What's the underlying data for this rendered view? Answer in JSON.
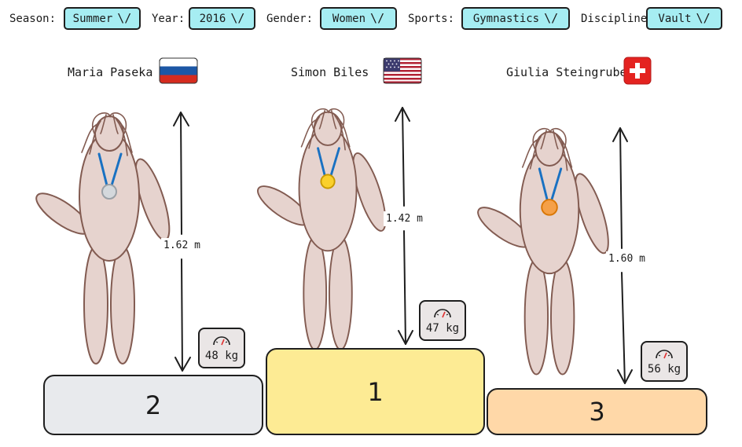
{
  "filters": {
    "season": {
      "label": "Season:",
      "value": "Summer"
    },
    "year": {
      "label": "Year:",
      "value": "2016"
    },
    "gender": {
      "label": "Gender:",
      "value": "Women"
    },
    "sports": {
      "label": "Sports:",
      "value": "Gymnastics"
    },
    "discipline": {
      "label": "Discipline:",
      "value": "Vault"
    },
    "chevron": "\\/"
  },
  "athletes": {
    "first": {
      "name": "Simon Biles",
      "flag": "usa-flag-icon",
      "height": "1.42 m",
      "weight": "47 kg",
      "place": "1",
      "medal": "gold",
      "podium_color": "#fdeb94"
    },
    "second": {
      "name": "Maria Paseka",
      "flag": "russia-flag-icon",
      "height": "1.62 m",
      "weight": "48 kg",
      "place": "2",
      "medal": "silver",
      "podium_color": "#e8eaed"
    },
    "third": {
      "name": "Giulia Steingruber",
      "flag": "switzerland-flag-icon",
      "height": "1.60 m",
      "weight": "56 kg",
      "place": "3",
      "medal": "bronze",
      "podium_color": "#ffd8a8"
    }
  },
  "colors": {
    "filter_bg": "#a6edf2",
    "figure_fill": "#e6d3ce",
    "figure_stroke": "#825b51",
    "ribbon": "#1971c2",
    "gold": "#fad02c",
    "silver": "#d4d8dc",
    "bronze": "#f5a048"
  }
}
